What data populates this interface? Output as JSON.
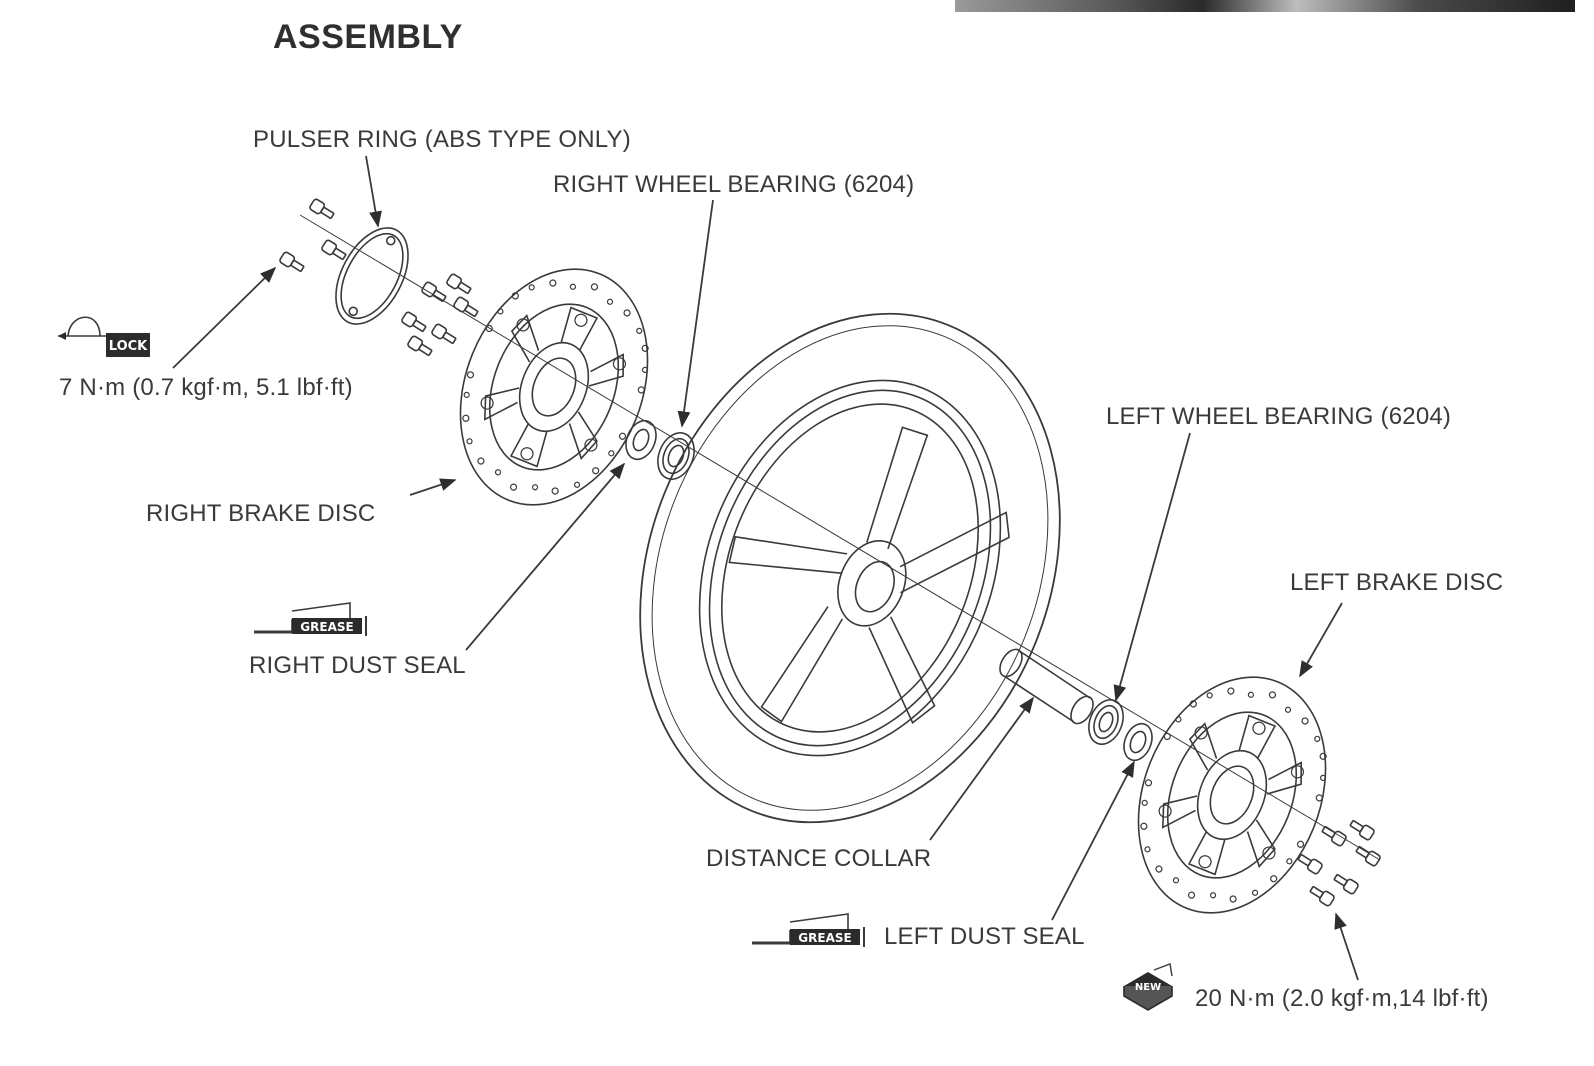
{
  "page": {
    "title": "ASSEMBLY"
  },
  "labels": {
    "pulser_ring": "PULSER RING (ABS TYPE ONLY)",
    "right_wheel_bearing": "RIGHT WHEEL BEARING (6204)",
    "right_torque": "7 N·m (0.7 kgf·m, 5.1 lbf·ft)",
    "left_wheel_bearing": "LEFT WHEEL BEARING (6204)",
    "right_brake_disc": "RIGHT BRAKE DISC",
    "left_brake_disc": "LEFT BRAKE DISC",
    "right_dust_seal": "RIGHT DUST SEAL",
    "distance_collar": "DISTANCE COLLAR",
    "left_dust_seal": "LEFT DUST SEAL",
    "left_torque": "20 N·m (2.0 kgf·m,14 lbf·ft)"
  },
  "symbols": {
    "lock": "LOCK",
    "grease": "GREASE",
    "new": "NEW"
  },
  "colors": {
    "line": "#3a3a3a",
    "symbol_fill": "#2b2b2b"
  }
}
